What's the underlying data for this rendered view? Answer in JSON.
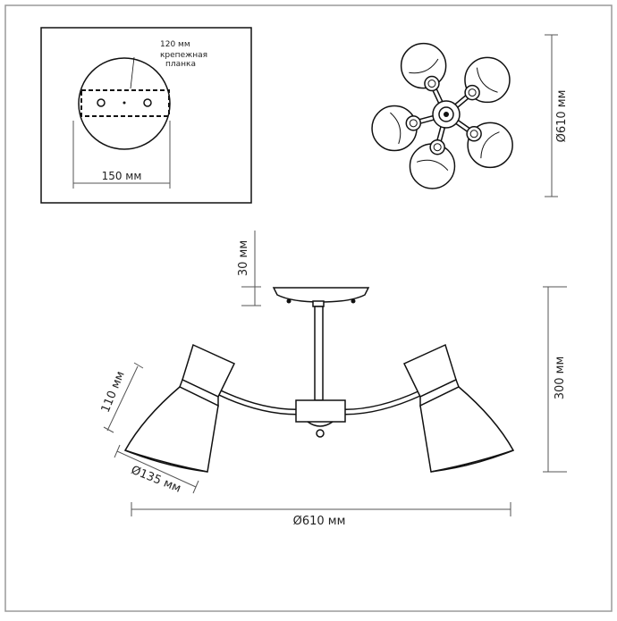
{
  "mount_inset": {
    "bracket_length": "120 мм",
    "bracket_label_line1": "крепежная",
    "bracket_label_line2": "планка",
    "canopy_diameter": "150 мм"
  },
  "top_view": {
    "overall_diameter": "Ø610 мм"
  },
  "side_view": {
    "canopy_height": "30 мм",
    "total_height": "300 мм",
    "shade_height": "110 мм",
    "shade_diameter": "Ø135 мм",
    "overall_width": "Ø610 мм"
  },
  "colors": {
    "line": "#111111",
    "dimension": "#555555",
    "frame": "#9a9a9a",
    "shade_glass": "#ffffff"
  },
  "icons": {
    "lamp_shade": "lamp-shade-icon",
    "screw": "screw-icon"
  }
}
